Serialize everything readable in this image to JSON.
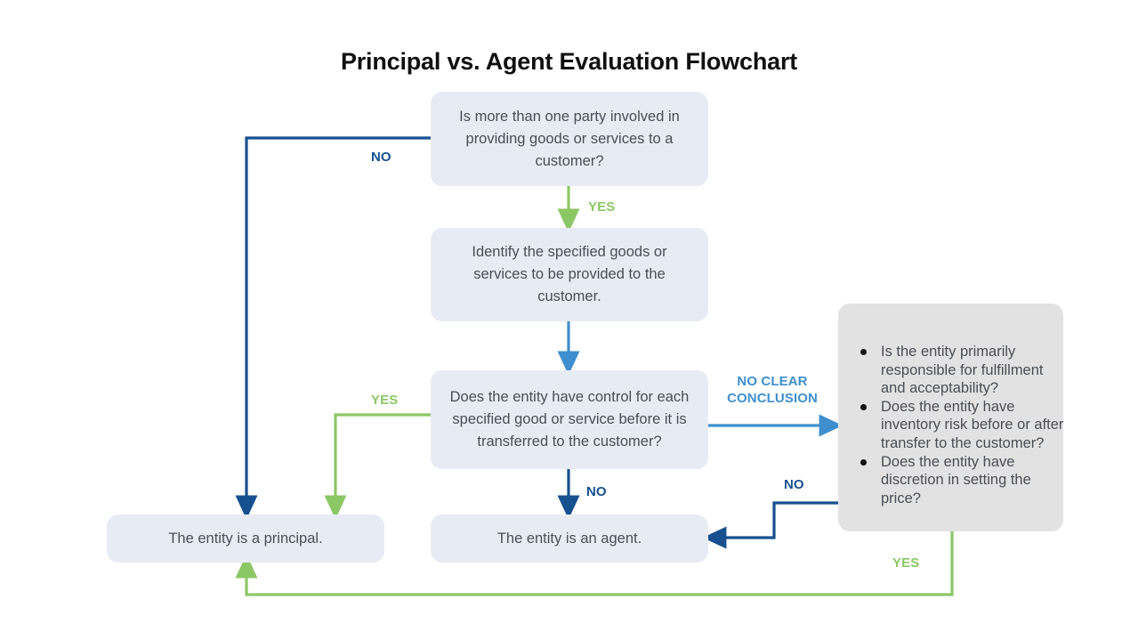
{
  "page": {
    "title": "Principal vs. Agent Evaluation Flowchart",
    "background": "#ffffff"
  },
  "colors": {
    "node_blue_fill": "#e7ebf4",
    "node_gray_fill": "#e2e2e2",
    "node_text": "#494f55",
    "title_text": "#101010",
    "edge_green": "#8cc765",
    "edge_blue_dark": "#17508f",
    "edge_blue_light": "#3f8fce",
    "bullet_dot": "#101010"
  },
  "nodes": [
    {
      "id": "q-more-than-one-party",
      "type": "decision",
      "text": "Is more than one party involved in providing goods or services to a customer?"
    },
    {
      "id": "identify-specified-goods",
      "type": "process",
      "text": "Identify the specified goods or services to be provided to the customer."
    },
    {
      "id": "q-control",
      "type": "decision",
      "text": "Does the entity have control for each specified good or service before it is transferred to the customer?"
    },
    {
      "id": "indicators-list",
      "type": "indicators",
      "bullets": [
        "Is the entity primarily responsible for fulfillment and acceptability?",
        "Does the entity have inventory risk before or after transfer to the customer?",
        "Does the entity have discretion in setting the price?"
      ]
    },
    {
      "id": "outcome-principal",
      "type": "outcome",
      "text": "The entity is a principal."
    },
    {
      "id": "outcome-agent",
      "type": "outcome",
      "text": "The entity is an agent."
    }
  ],
  "edges": [
    {
      "id": "edge-no-top",
      "label": "NO",
      "color": "#17508f",
      "from": "q-more-than-one-party",
      "to": "outcome-principal"
    },
    {
      "id": "edge-yes-top",
      "label": "YES",
      "color": "#8cc765",
      "from": "q-more-than-one-party",
      "to": "identify-specified-goods"
    },
    {
      "id": "edge-identify-to-control",
      "label": "",
      "color": "#3f8fce",
      "from": "identify-specified-goods",
      "to": "q-control"
    },
    {
      "id": "edge-yes-control",
      "label": "YES",
      "color": "#8cc765",
      "from": "q-control",
      "to": "outcome-principal"
    },
    {
      "id": "edge-no-control",
      "label": "NO",
      "color": "#17508f",
      "from": "q-control",
      "to": "outcome-agent"
    },
    {
      "id": "edge-no-clear-conclusion",
      "label": "NO CLEAR\nCONCLUSION",
      "color": "#3f8fce",
      "from": "q-control",
      "to": "indicators-list"
    },
    {
      "id": "edge-no-indicators",
      "label": "NO",
      "color": "#17508f",
      "from": "indicators-list",
      "to": "outcome-agent"
    },
    {
      "id": "edge-yes-indicators",
      "label": "YES",
      "color": "#8cc765",
      "from": "indicators-list",
      "to": "outcome-principal"
    }
  ]
}
